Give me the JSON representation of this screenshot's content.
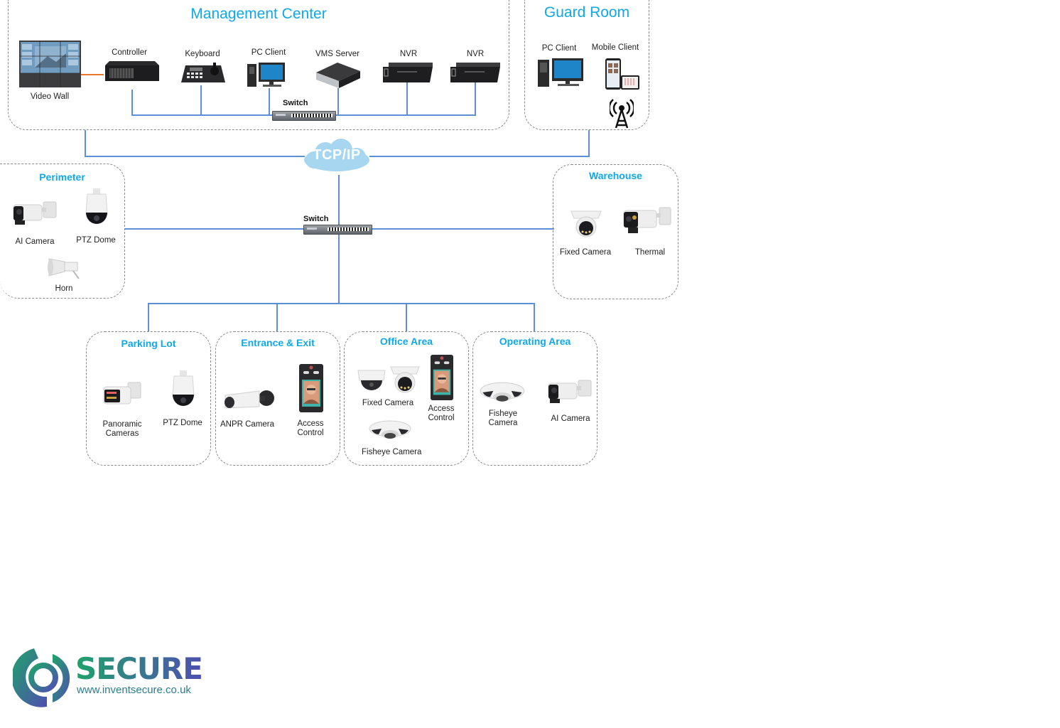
{
  "diagram": {
    "network_label": "TCP/IP",
    "colors": {
      "zone_title": "#10a8e6",
      "link": "#5b8fd6",
      "video_link": "#e8772e",
      "zone_border": "#8a8a8a"
    },
    "management_center": {
      "title": "Management Center",
      "devices": [
        {
          "label": "Video Wall",
          "icon": "video-wall-icon"
        },
        {
          "label": "Controller",
          "icon": "controller-icon"
        },
        {
          "label": "Keyboard",
          "icon": "keyboard-icon"
        },
        {
          "label": "PC Client",
          "icon": "pc-client-icon"
        },
        {
          "label": "VMS Server",
          "icon": "vms-server-icon"
        },
        {
          "label": "NVR",
          "icon": "nvr-icon"
        },
        {
          "label": "NVR",
          "icon": "nvr-icon"
        }
      ],
      "switch_label": "Switch"
    },
    "guard_room": {
      "title": "Guard Room",
      "devices": [
        {
          "label": "PC Client",
          "icon": "pc-client-icon"
        },
        {
          "label": "Mobile Client",
          "icon": "mobile-client-icon"
        }
      ],
      "antenna_icon": "wireless-tower-icon"
    },
    "core_switch_label": "Switch",
    "perimeter": {
      "title": "Perimeter",
      "devices": [
        {
          "label": "AI Camera",
          "icon": "bullet-camera-icon"
        },
        {
          "label": "PTZ Dome",
          "icon": "ptz-dome-icon"
        },
        {
          "label": "Horn",
          "icon": "horn-speaker-icon"
        }
      ]
    },
    "warehouse": {
      "title": "Warehouse",
      "devices": [
        {
          "label": "Fixed Camera",
          "icon": "turret-camera-icon"
        },
        {
          "label": "Thermal",
          "icon": "thermal-camera-icon"
        }
      ]
    },
    "parking_lot": {
      "title": "Parking Lot",
      "devices": [
        {
          "label": "Panoramic",
          "label2": "Cameras",
          "icon": "panoramic-camera-icon"
        },
        {
          "label": "PTZ Dome",
          "icon": "ptz-dome-icon"
        }
      ]
    },
    "entrance_exit": {
      "title": "Entrance & Exit",
      "devices": [
        {
          "label": "ANPR Camera",
          "icon": "anpr-camera-icon"
        },
        {
          "label": "Access",
          "label2": "Control",
          "icon": "access-control-icon"
        }
      ]
    },
    "office_area": {
      "title": "Office Area",
      "devices": [
        {
          "label": "Fixed Camera",
          "icon": "dome-camera-icon"
        },
        {
          "label": "Access",
          "label2": "Control",
          "icon": "access-control-icon"
        },
        {
          "label": "Fisheye Camera",
          "icon": "fisheye-camera-icon"
        }
      ]
    },
    "operating_area": {
      "title": "Operating Area",
      "devices": [
        {
          "label": "Fisheye",
          "label2": "Camera",
          "icon": "fisheye-camera-icon"
        },
        {
          "label": "AI Camera",
          "icon": "bullet-camera-icon"
        }
      ]
    }
  },
  "logo": {
    "brand": "SECURE",
    "url": "www.inventsecure.co.uk"
  }
}
